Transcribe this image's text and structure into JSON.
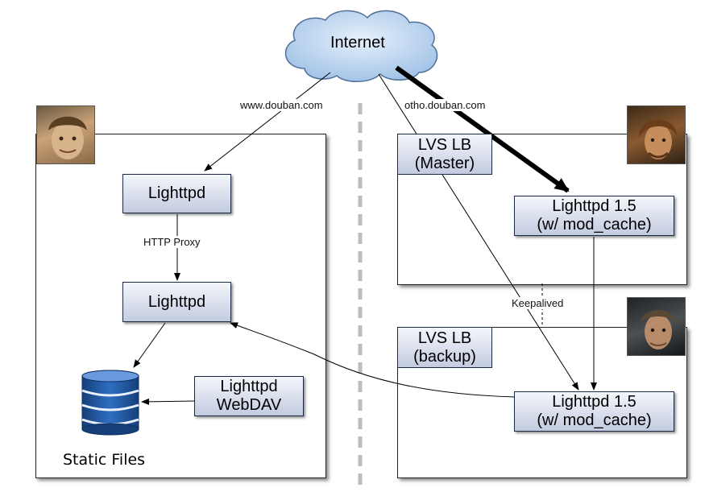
{
  "cloud": {
    "label": "Internet"
  },
  "edges": {
    "douban": "www.douban.com",
    "otho": "otho.douban.com",
    "http_proxy": "HTTP Proxy",
    "keepalived": "Keepalived"
  },
  "left_panel": {
    "lighttpd_top": "Lighttpd",
    "lighttpd_mid": "Lighttpd",
    "webdav": "Lighttpd\nWebDAV",
    "storage_label": "Static Files"
  },
  "right_top_panel": {
    "lvs": "LVS LB\n(Master)",
    "cache": "Lighttpd 1.5\n(w/ mod_cache)"
  },
  "right_bottom_panel": {
    "lvs": "LVS LB\n(backup)",
    "cache": "Lighttpd 1.5\n(w/ mod_cache)"
  },
  "colors": {
    "cloud_fill": "#b9d3ee",
    "node_top": "#f4f6fb",
    "node_bottom": "#c3cbe0",
    "storage": "#1f5aa6"
  },
  "icons": [
    "cloud-icon",
    "database-icon",
    "avatar-left",
    "avatar-right-top",
    "avatar-right-bottom"
  ]
}
